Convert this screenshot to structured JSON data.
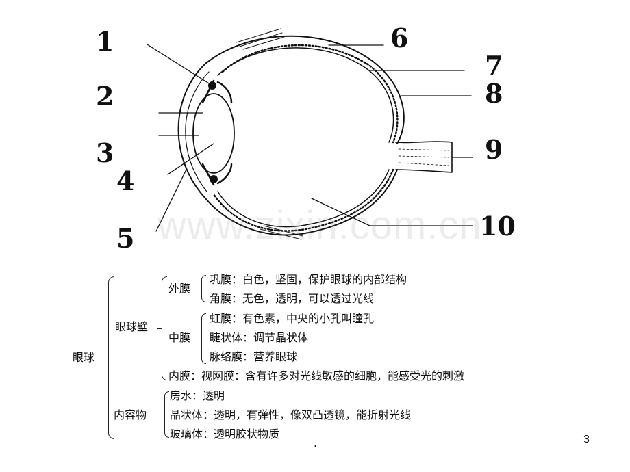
{
  "labels": [
    "1",
    "2",
    "3",
    "4",
    "5",
    "6",
    "7",
    "8",
    "9",
    "10"
  ],
  "watermark": "www.zixin.com.cn",
  "tree": {
    "root": "眼球",
    "wall": "眼球壁",
    "outer": "外膜",
    "sclera": "巩膜：白色，坚固，保护眼球的内部结构",
    "cornea": "角膜：无色，透明，可以透过光线",
    "middle": "中膜",
    "iris": "虹膜：有色素，中央的小孔叫瞳孔",
    "ciliary": "睫状体：调节晶状体",
    "choroid": "脉络膜：营养眼球",
    "inner": "内膜：视网膜：含有许多对光线敏感的细胞，能感受光的刺激",
    "contents": "内容物",
    "aqueous": "房水：透明",
    "lens": "晶状体：透明，有弹性，像双凸透镜，能折射光线",
    "vitreous": "玻璃体：透明胶状物质"
  },
  "footer_dot": ".",
  "page_number": "3"
}
